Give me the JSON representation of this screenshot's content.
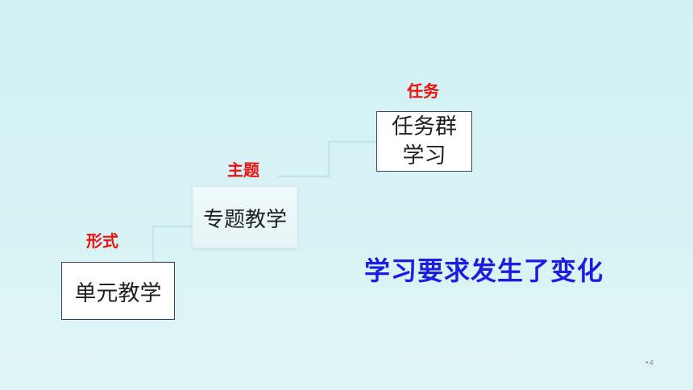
{
  "labels": {
    "form": "形式",
    "theme": "主题",
    "task": "任务"
  },
  "boxes": {
    "unit_teaching": "单元教学",
    "topic_teaching": "专题教学",
    "task_group_line1": "任务群",
    "task_group_line2": "学习"
  },
  "headline": "学习要求发生了变化",
  "page_number": "4",
  "colors": {
    "background": "#d3f1f3",
    "label_red": "#ee1111",
    "headline_blue": "#1a1ee0",
    "box_border": "#3d3f6b",
    "connector": "#a9d4d8"
  }
}
